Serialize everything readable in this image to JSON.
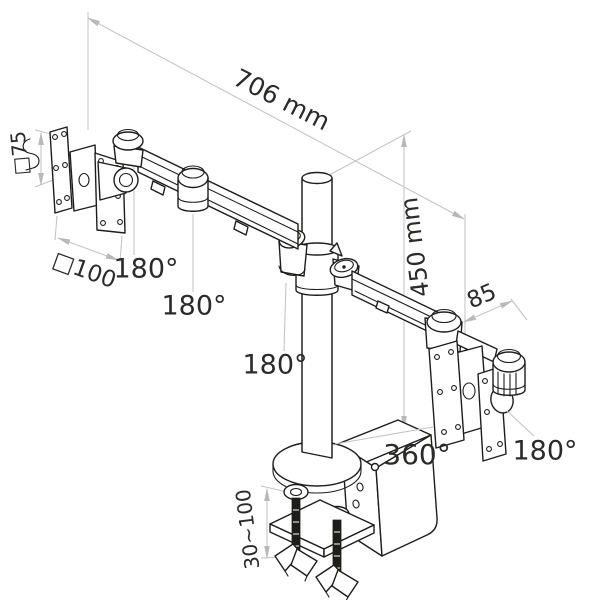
{
  "diagram": {
    "kind": "technical line drawing",
    "subject": "dual monitor desk-mount arm with clamp",
    "colors": {
      "line": "#1d1d1b",
      "dimension": "#c5c5c5",
      "background": "#ffffff",
      "label": "#2a2a28"
    },
    "annotations": {
      "arm_reach": "706 mm",
      "pole_height": "450 mm",
      "vesa_small": "□75",
      "vesa_large": "□100",
      "rotation_joint_1": "180°",
      "rotation_joint_2": "180°",
      "rotation_joint_3": "180°",
      "rotation_joint_4": "180°",
      "pole_rotation": "360°",
      "link_length": "85",
      "clamp_thickness_range": "30~100"
    }
  }
}
